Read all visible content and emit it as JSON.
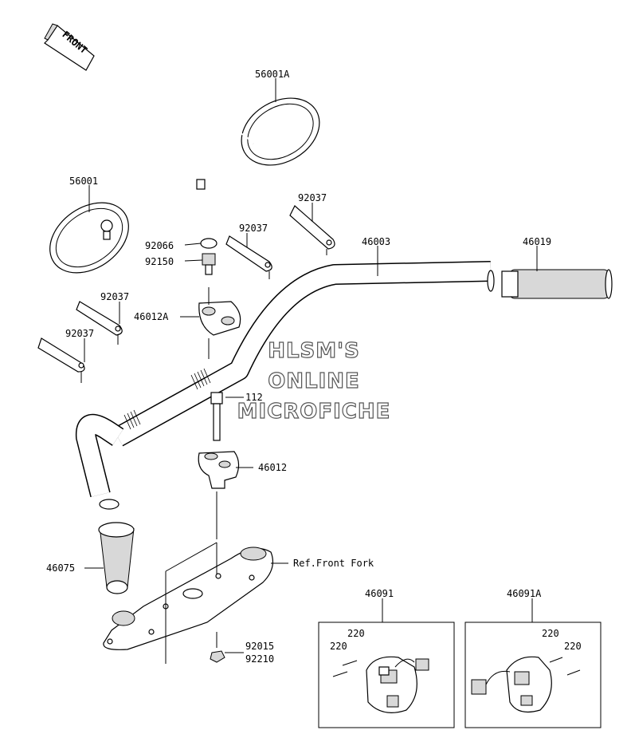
{
  "direction_label": "FRONT",
  "watermark": [
    "HLSM'S",
    "ONLINE",
    "MICROFICHE"
  ],
  "callouts": {
    "mirror_right": "56001A",
    "mirror_left": "56001",
    "cap": "92066",
    "bolt_short": "92150",
    "clamp_upper": "46012A",
    "clip_1": "92037",
    "clip_2": "92037",
    "clip_3": "92037",
    "clip_4": "92037",
    "handlebar": "46003",
    "grip_right": "46019",
    "bolt_long": "112",
    "clamp_lower": "46012",
    "grip_left": "46075",
    "ref_fork": "Ref.Front Fork",
    "nut_1": "92015",
    "nut_2": "92210",
    "switch_left": "46091",
    "switch_right": "46091A",
    "screw_l1": "220",
    "screw_l2": "220",
    "screw_r1": "220",
    "screw_r2": "220"
  }
}
